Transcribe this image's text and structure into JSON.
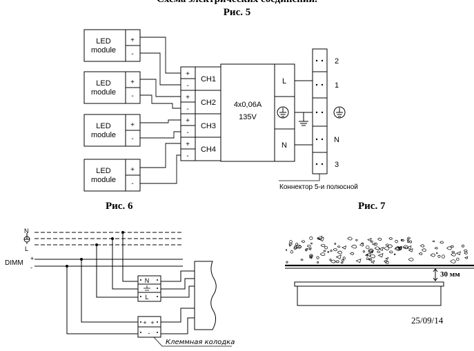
{
  "heading": {
    "line1": "Схема электрических соединений.",
    "fig5": "Рис. 5"
  },
  "fig6_label": "Рис. 6",
  "fig7_label": "Рис. 7",
  "fig5": {
    "led_modules": [
      {
        "line1": "LED",
        "line2": "module"
      },
      {
        "line1": "LED",
        "line2": "module"
      },
      {
        "line1": "LED",
        "line2": "module"
      },
      {
        "line1": "LED",
        "line2": "module"
      }
    ],
    "plus": "+",
    "minus": "-",
    "channels": [
      "CH1",
      "CH2",
      "CH3",
      "CH4"
    ],
    "driver_line1": "4x0,06A",
    "driver_line2": "135V",
    "out_L": "L",
    "out_N": "N",
    "connector_pins": [
      "2",
      "1",
      "N",
      "3"
    ],
    "connector_label": "Коннектор 5-и полюсной"
  },
  "fig6": {
    "line_labels": [
      "N",
      "L",
      "DIMM"
    ],
    "plus": "+",
    "minus": "-",
    "terminal_N": "N",
    "terminal_L": "L",
    "terminal_plus": "+",
    "terminal_minus": "-",
    "terminal_label": "Клеммная колодка"
  },
  "fig7": {
    "gap": "30 мм"
  },
  "date": "25/09/14"
}
